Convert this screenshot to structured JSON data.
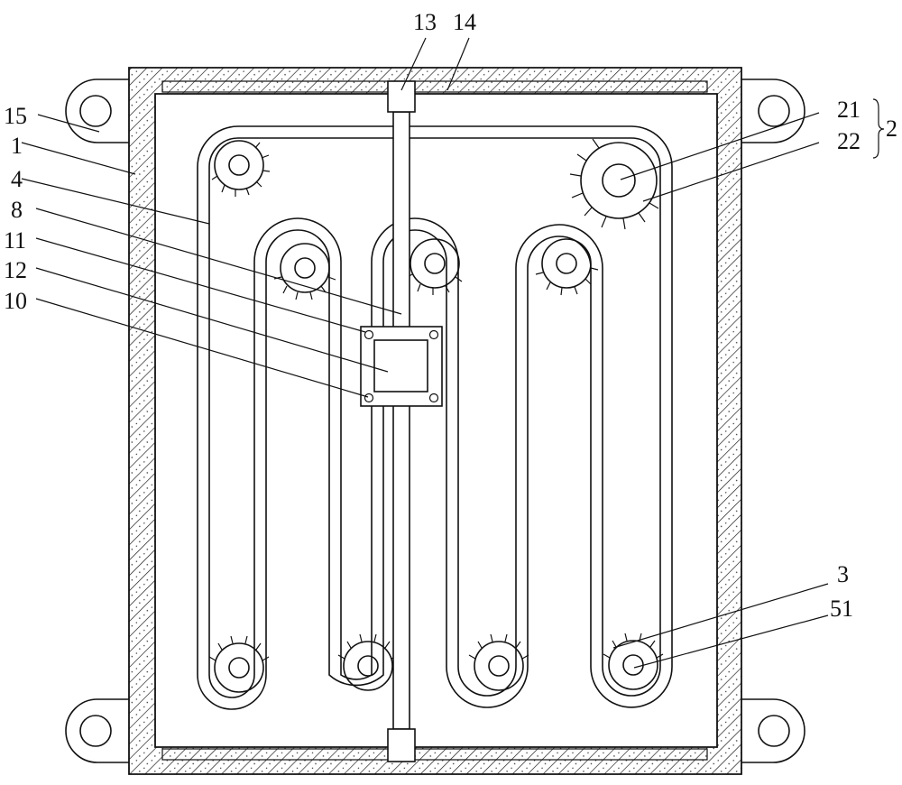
{
  "labels": {
    "l13": "13",
    "l14": "14",
    "l15": "15",
    "l1": "1",
    "l4": "4",
    "l8": "8",
    "l11": "11",
    "l12": "12",
    "l10": "10",
    "l21": "21",
    "l22": "22",
    "l2": "2",
    "l3": "3",
    "l51": "51"
  }
}
